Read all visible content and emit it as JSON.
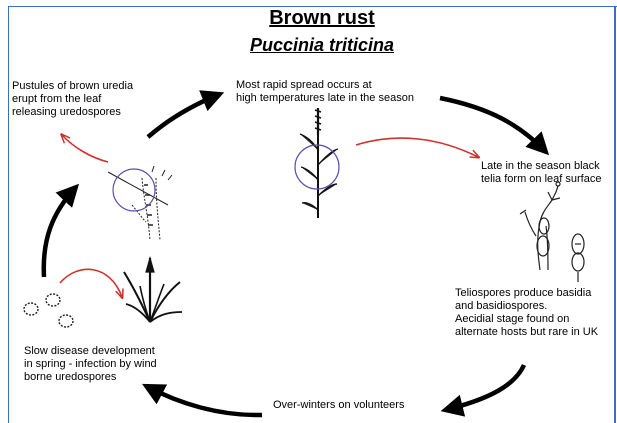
{
  "diagram": {
    "title": "Brown rust",
    "subtitle": "Puccinia triticina",
    "labels": {
      "pustules": [
        "Pustules of brown uredia",
        "erupt from the leaf",
        "releasing uredospores"
      ],
      "rapid_spread": [
        "Most rapid spread occurs at",
        "high temperatures late in the season"
      ],
      "telia": [
        "Late in the season black",
        "telia form on leaf surface"
      ],
      "teliospores": [
        "Teliospores produce basidia",
        "and basidiospores.",
        "Aecidial stage found on",
        "alternate hosts but rare in UK"
      ],
      "overwinter": [
        "Over-winters on volunteers"
      ],
      "slow_development": [
        "Slow disease development",
        "in spring - infection by wind",
        "borne uredospores"
      ]
    }
  },
  "colors": {
    "frame": "#3b6fc4",
    "cycle_arrow": "#000000",
    "detail_arrow": "#d0312d",
    "highlight_circle": "#5a4fb0"
  }
}
